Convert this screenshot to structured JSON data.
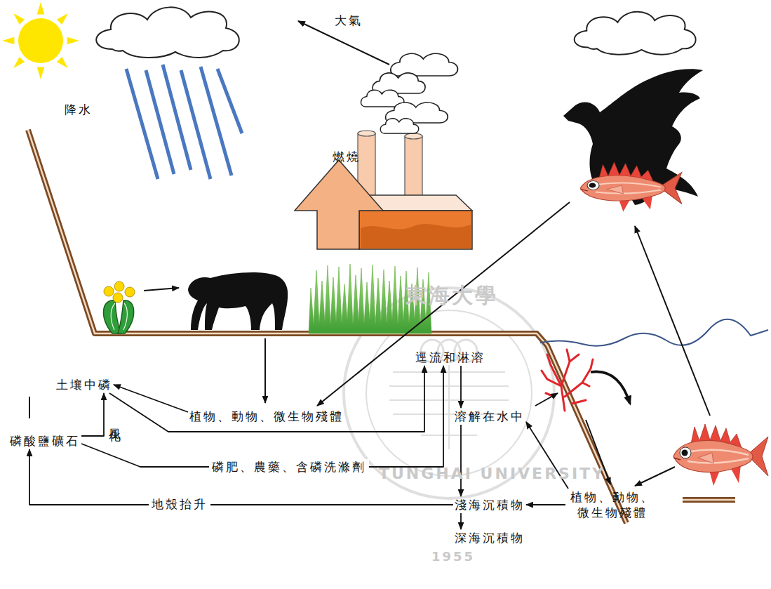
{
  "diagram": {
    "nodes": [
      {
        "text": [
          "土壤中磷"
        ]
      },
      {
        "text": [
          "植物、動物、微生物殘體"
        ]
      },
      {
        "text": [
          "逕流和淋溶"
        ]
      },
      {
        "text": [
          "磷酸鹽礦石"
        ]
      },
      {
        "text": [
          "溶解在水中"
        ]
      },
      {
        "text": [
          "植物、動物、 微生物殘體"
        ]
      },
      {
        "text": [
          "淺海沉積物"
        ]
      },
      {
        "text": [
          "深海沉積物"
        ]
      }
    ],
    "edges": [
      {
        "from": 3,
        "to": 0,
        "label": "風化",
        "arrow": "to"
      },
      {
        "from": 1,
        "to": 0,
        "arrow": "to"
      },
      {
        "from": 0,
        "to": 2,
        "arrow": "to"
      },
      {
        "from": 3,
        "to": 2,
        "label": "磷肥、農藥、含磷洗滌劑",
        "arrow": "to"
      },
      {
        "from": 2,
        "to": 4,
        "arrow": "to"
      },
      {
        "from": 5,
        "to": 4,
        "arrow": "to"
      },
      {
        "from": 4,
        "to": 6,
        "arrow": "to"
      },
      {
        "from": 5,
        "to": 6,
        "arrow": "to"
      },
      {
        "from": 6,
        "to": 7,
        "arrow": "to"
      },
      {
        "from": 6,
        "to": 3,
        "label": "地殼抬升",
        "arrow": "to"
      }
    ],
    "labels": [
      "大氣",
      "降水",
      "燃燒",
      "東海大學",
      "TUNGHAI UNIVERSITY",
      "1955"
    ]
  }
}
